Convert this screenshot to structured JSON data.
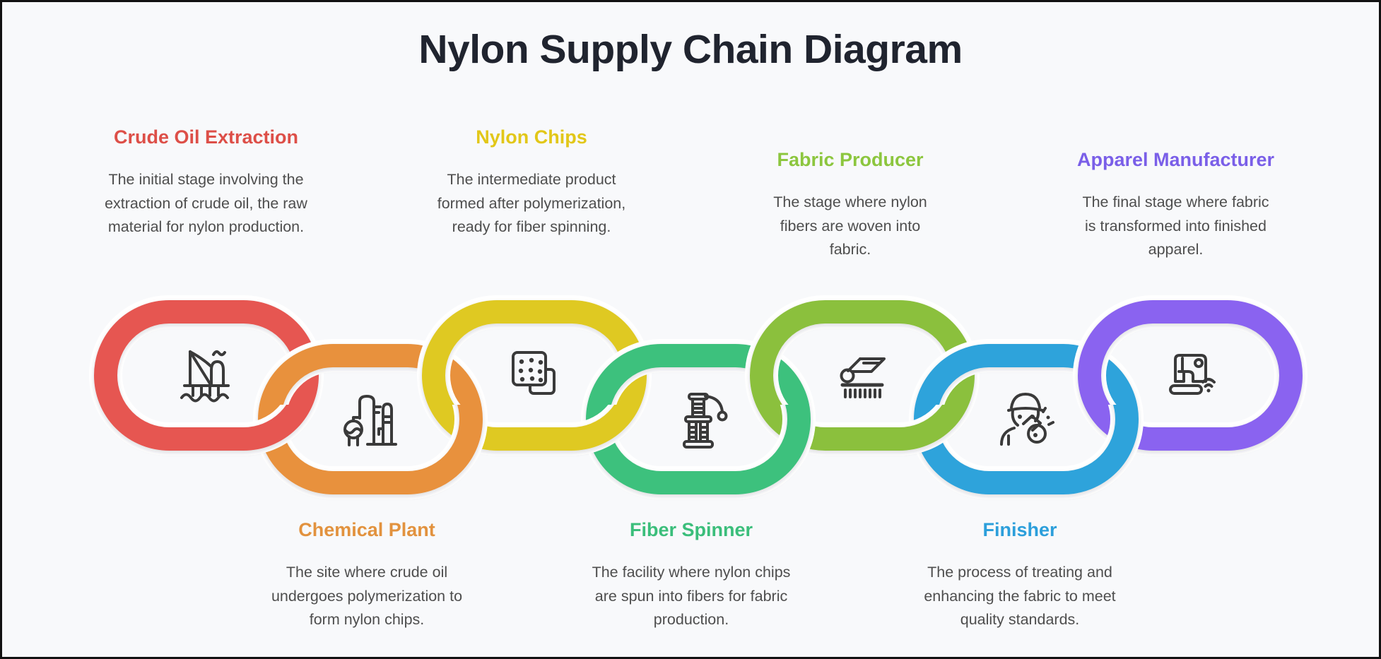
{
  "title": "Nylon Supply Chain Diagram",
  "background": "#F8F9FB",
  "icon_color": "#3A3A3A",
  "title_color": "#20242F",
  "body_text_color": "#4E4E4E",
  "stages": [
    {
      "name": "Crude Oil Extraction",
      "description": "The initial stage involving the extraction of crude oil, the raw material for nylon production.",
      "label_color": "#DD4F48",
      "link_color": "#E65751",
      "icon": "oil-rig-icon",
      "label_position": "top"
    },
    {
      "name": "Chemical Plant",
      "description": "The site where crude oil undergoes polymerization to form nylon chips.",
      "label_color": "#E2923E",
      "link_color": "#E8913C",
      "icon": "chemical-plant-icon",
      "label_position": "bottom"
    },
    {
      "name": "Nylon Chips",
      "description": "The intermediate product formed after polymerization, ready for fiber spinning.",
      "label_color": "#E2C718",
      "link_color": "#DFC922",
      "icon": "nylon-chips-icon",
      "label_position": "top"
    },
    {
      "name": "Fiber Spinner",
      "description": "The facility where nylon chips are spun into fibers for fabric production.",
      "label_color": "#3BBE7B",
      "link_color": "#3EC17D",
      "icon": "fiber-spinner-icon",
      "label_position": "bottom"
    },
    {
      "name": "Fabric Producer",
      "description": "The stage where nylon fibers are woven into fabric.",
      "label_color": "#8CC63E",
      "link_color": "#8BC03E",
      "icon": "fabric-roll-icon",
      "label_position": "top"
    },
    {
      "name": "Finisher",
      "description": "The process of treating and enhancing the fabric to meet quality standards.",
      "label_color": "#2C9FDB",
      "link_color": "#2EA3DB",
      "icon": "spray-worker-icon",
      "label_position": "bottom"
    },
    {
      "name": "Apparel Manufacturer",
      "description": "The final stage where fabric is transformed into finished apparel.",
      "label_color": "#7A5FE8",
      "link_color": "#8A64F0",
      "icon": "sewing-machine-icon",
      "label_position": "top"
    }
  ]
}
